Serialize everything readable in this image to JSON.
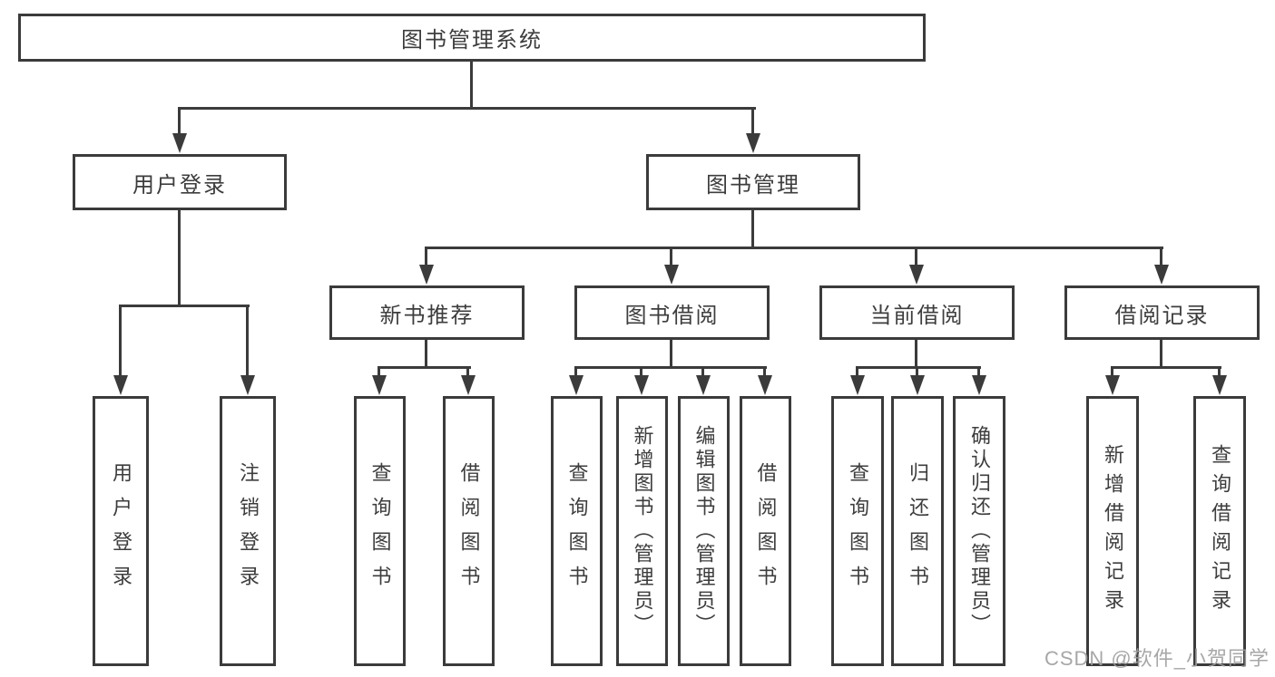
{
  "diagram": {
    "title": "图书管理系统",
    "root": {
      "label": "图书管理系统"
    },
    "level2": [
      {
        "label": "用户登录"
      },
      {
        "label": "图书管理"
      }
    ],
    "level3": [
      {
        "label": "新书推荐"
      },
      {
        "label": "图书借阅"
      },
      {
        "label": "当前借阅"
      },
      {
        "label": "借阅记录"
      }
    ],
    "leaves": {
      "user_login": [
        {
          "label": "用户登录"
        },
        {
          "label": "注销登录"
        }
      ],
      "new_book_rec": [
        {
          "label": "查询图书"
        },
        {
          "label": "借阅图书"
        }
      ],
      "book_borrow": [
        {
          "label": "查询图书"
        },
        {
          "label": "新增图书（管理员）"
        },
        {
          "label": "编辑图书（管理员）"
        },
        {
          "label": "借阅图书"
        }
      ],
      "current_borrow": [
        {
          "label": "查询图书"
        },
        {
          "label": "归还图书"
        },
        {
          "label": "确认归还（管理员）"
        }
      ],
      "borrow_records": [
        {
          "label": "新增借阅记录"
        },
        {
          "label": "查询借阅记录"
        }
      ]
    }
  },
  "watermark": {
    "text": "CSDN @软件_小贺同学"
  },
  "colors": {
    "line": "#3b3b3b",
    "text": "#3d3d3d",
    "watermark": "#9e9e9e",
    "background": "#ffffff"
  }
}
